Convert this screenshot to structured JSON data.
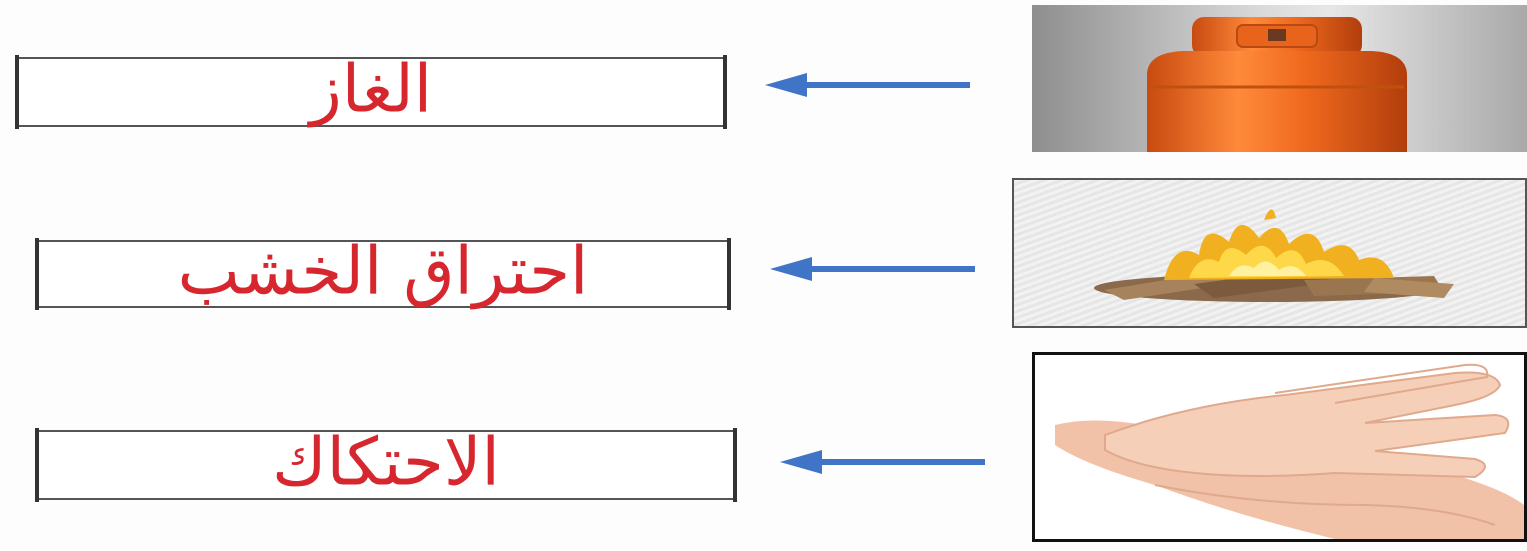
{
  "rows": [
    {
      "answer": "الغاز",
      "image": "gas-cylinder"
    },
    {
      "answer": "احتراق الخشب",
      "image": "burning-wood"
    },
    {
      "answer": "الاحتكاك",
      "image": "rubbing-hands"
    }
  ],
  "colors": {
    "answer_text": "#d6262e",
    "arrow": "#3f74c6",
    "box_border": "#555555",
    "gas_cylinder": "#f06a1e"
  },
  "icons": {
    "arrow": "left-arrow-icon"
  }
}
